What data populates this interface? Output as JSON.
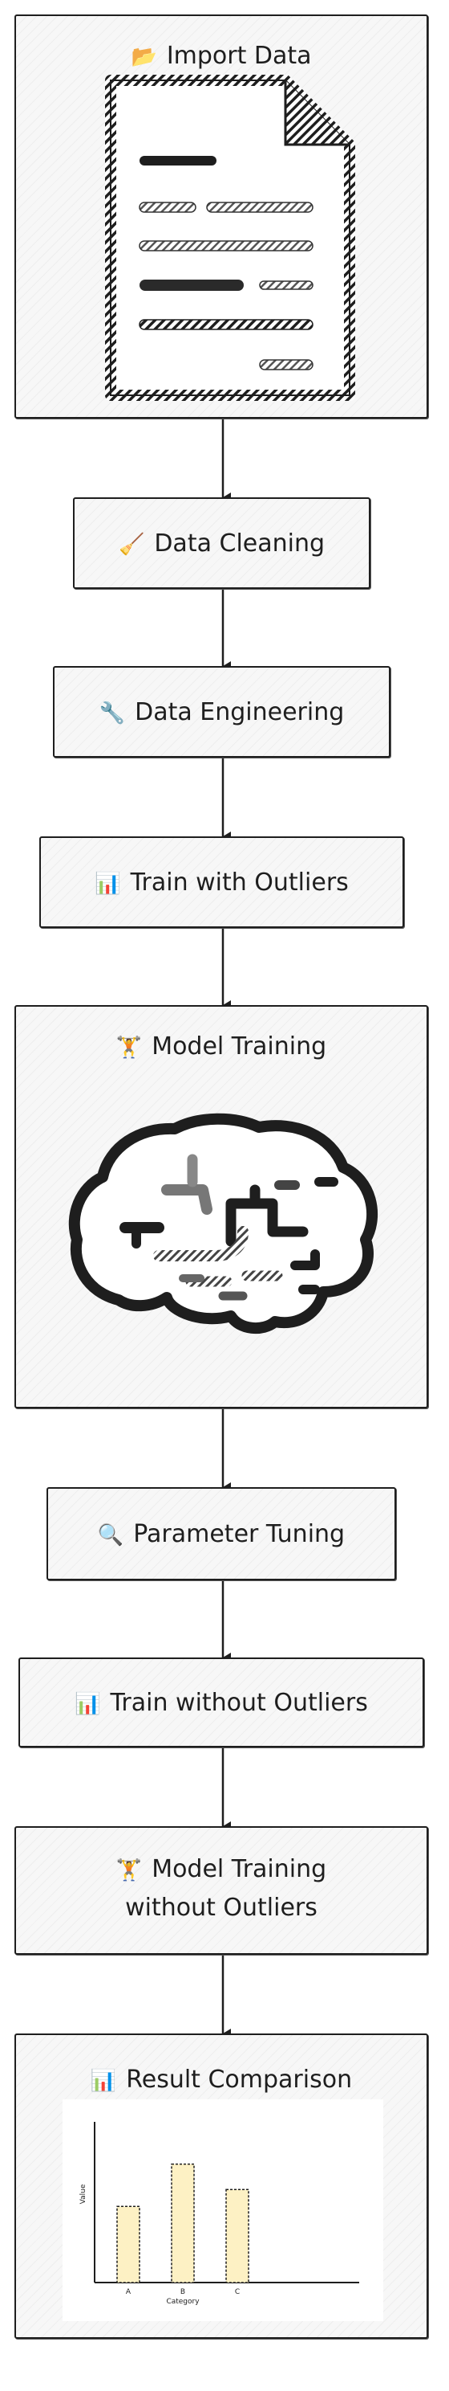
{
  "steps": [
    {
      "icon": "📂",
      "label": "Import Data"
    },
    {
      "icon": "🧹",
      "label": "Data Cleaning"
    },
    {
      "icon": "🔧",
      "label": "Data Engineering"
    },
    {
      "icon": "📊",
      "label": "Train with Outliers"
    },
    {
      "icon": "🏋",
      "label": "Model Training"
    },
    {
      "icon": "🔍",
      "label": "Parameter Tuning"
    },
    {
      "icon": "📊",
      "label": "Train without Outliers"
    },
    {
      "icon": "🏋",
      "label_line1": "Model Training",
      "label_line2": "without Outliers"
    },
    {
      "icon": "📊",
      "label": "Result Comparison"
    }
  ],
  "chart_data": {
    "type": "bar",
    "categories": [
      "A",
      "B",
      "C"
    ],
    "values": [
      18,
      28,
      22
    ],
    "xlabel": "Category",
    "ylabel": "Value",
    "ylim": [
      0,
      38
    ],
    "grid": false,
    "bar_color": "#fdf1c4"
  }
}
